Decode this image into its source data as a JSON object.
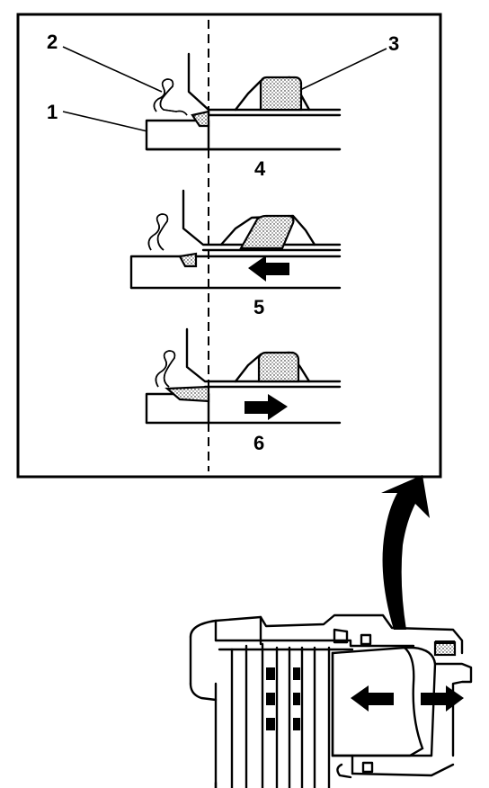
{
  "labels": {
    "callout_1": "1",
    "callout_2": "2",
    "callout_3": "3",
    "step_4": "4",
    "step_5": "5",
    "step_6": "6"
  }
}
